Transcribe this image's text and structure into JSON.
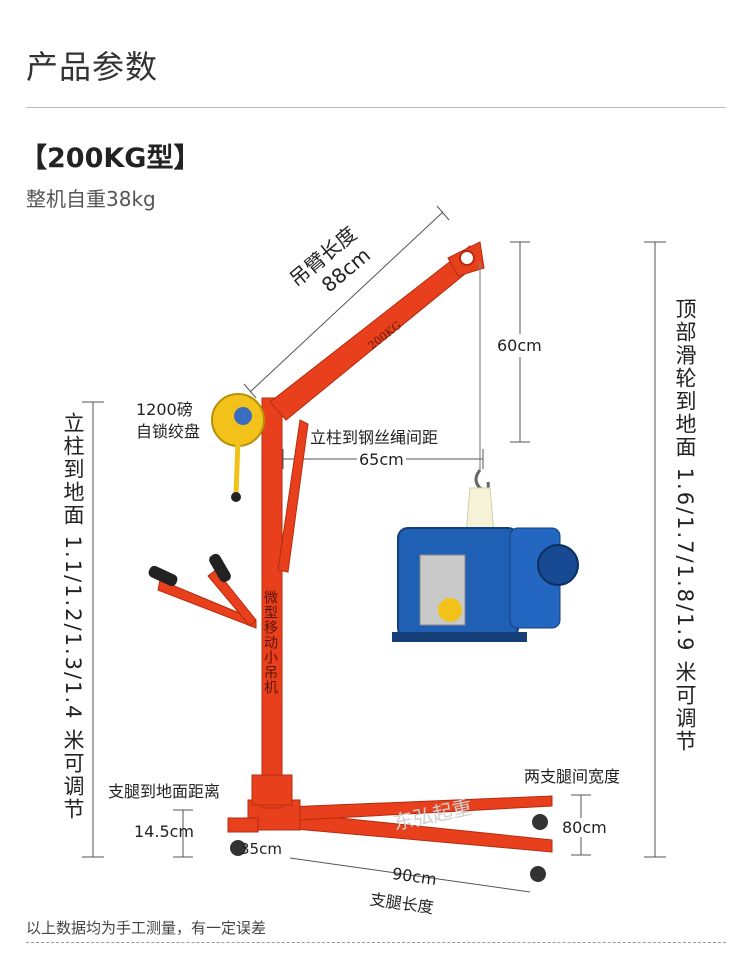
{
  "header": {
    "title": "产品参数",
    "model": "【200KG型】",
    "weight": "整机自重38kg"
  },
  "labels": {
    "arm_length_title": "吊臂长度",
    "arm_length_value": "88cm",
    "winch_line1": "1200磅",
    "winch_line2": "自锁绞盘",
    "column_to_rope_title": "立柱到钢丝绳间距",
    "column_to_rope_value": "65cm",
    "top_pulley_height": "60cm",
    "top_pulley_to_ground": "顶部滑轮到地面 1.6/1.7/1.8/1.9 米可调节",
    "column_to_ground": "立柱到地面 1.1/1.2/1.3/1.4 米可调节",
    "leg_to_ground_title": "支腿到地面距离",
    "leg_to_ground_value": "14.5cm",
    "leg_spacing_title": "两支腿间宽度",
    "leg_spacing_value": "80cm",
    "caster_value": "35cm",
    "leg_length_value": "90cm",
    "leg_length_title": "支腿长度",
    "column_print": "微型移动小吊机",
    "arm_print": "200KG",
    "watermark": "东弘起重"
  },
  "footer": {
    "note": "以上数据均为手工测量，有一定误差"
  },
  "colors": {
    "crane_red": "#e8401c",
    "motor_blue": "#1f5fb4",
    "winch_yellow": "#f2c21a"
  }
}
